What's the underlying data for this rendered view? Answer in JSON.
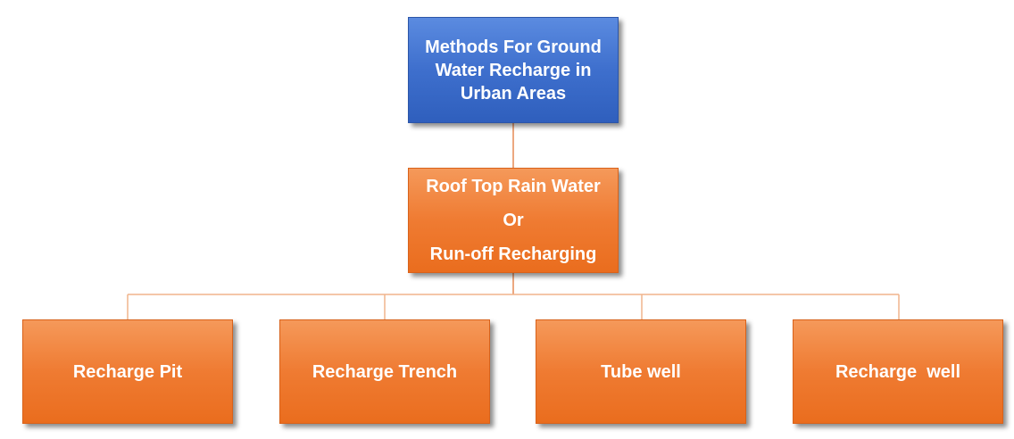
{
  "diagram": {
    "root": {
      "lines": [
        "Methods For Ground",
        "Water Recharge in",
        "Urban Areas"
      ]
    },
    "middle": {
      "lines": [
        "Roof Top Rain Water",
        "Or",
        "Run-off Recharging"
      ]
    },
    "leaves": [
      {
        "label": "Recharge Pit"
      },
      {
        "label": "Recharge Trench"
      },
      {
        "label": "Tube well"
      },
      {
        "label": "Recharge  well"
      }
    ]
  },
  "colors": {
    "root_fill": "#3e6fcd",
    "node_fill": "#ef7b32",
    "connector": "#f0a070",
    "text": "#ffffff"
  }
}
